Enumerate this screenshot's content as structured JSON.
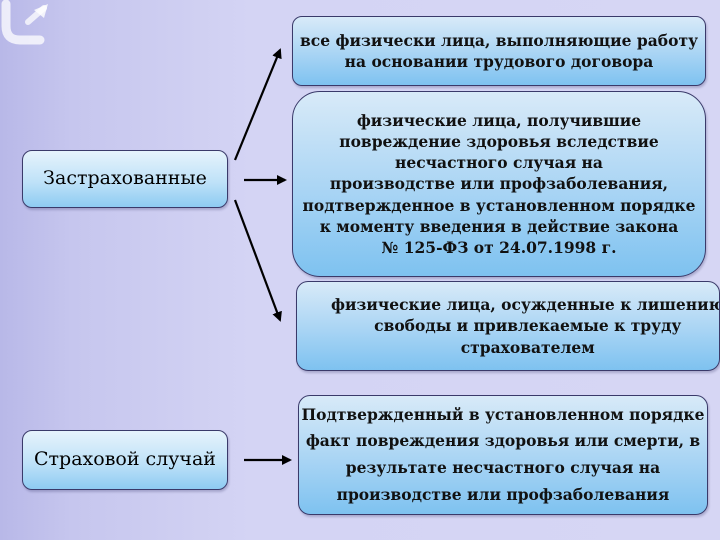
{
  "left": {
    "insured": "Застрахованные",
    "insured_event": "Страховой случай"
  },
  "right": {
    "box1": "все физически лица, выполняющие работу\nна основании трудового договора",
    "box2": "физические лица, получившие\nповреждение здоровья  вследствие\nнесчастного случая на\nпроизводстве или профзаболевания,\nподтвержденное в установленном порядке\nк моменту введения в действие закона\n№ 125-ФЗ от 24.07.1998 г.",
    "box3": "физические лица, осужденные к лишению\nсвободы и привлекаемые к труду\nстрахователем",
    "box4": "Подтвержденный в установленном порядке\nфакт повреждения здоровья или смерти, в\nрезультате несчастного случая на\nпроизводстве или профзаболевания"
  },
  "colors": {
    "box_gradient_top": "#d8eaf8",
    "box_gradient_bottom": "#7ec2f0",
    "background": "#d4d4f4",
    "arrow": "#000000"
  }
}
